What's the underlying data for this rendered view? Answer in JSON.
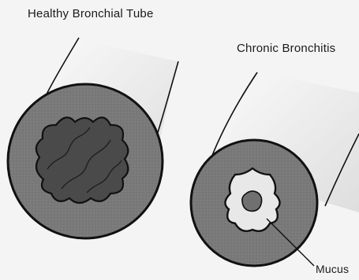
{
  "labels": {
    "healthy": "Healthy Bronchial Tube",
    "chronic": "Chronic Bronchitis",
    "mucus": "Mucus"
  },
  "colors": {
    "background": "#f4f4f4",
    "outline": "#111111",
    "tissue": "#7a7a7a",
    "inner_wall": "#4a4a4a",
    "airway_lumen": "#e8e8e8",
    "mucus": "#707070"
  }
}
